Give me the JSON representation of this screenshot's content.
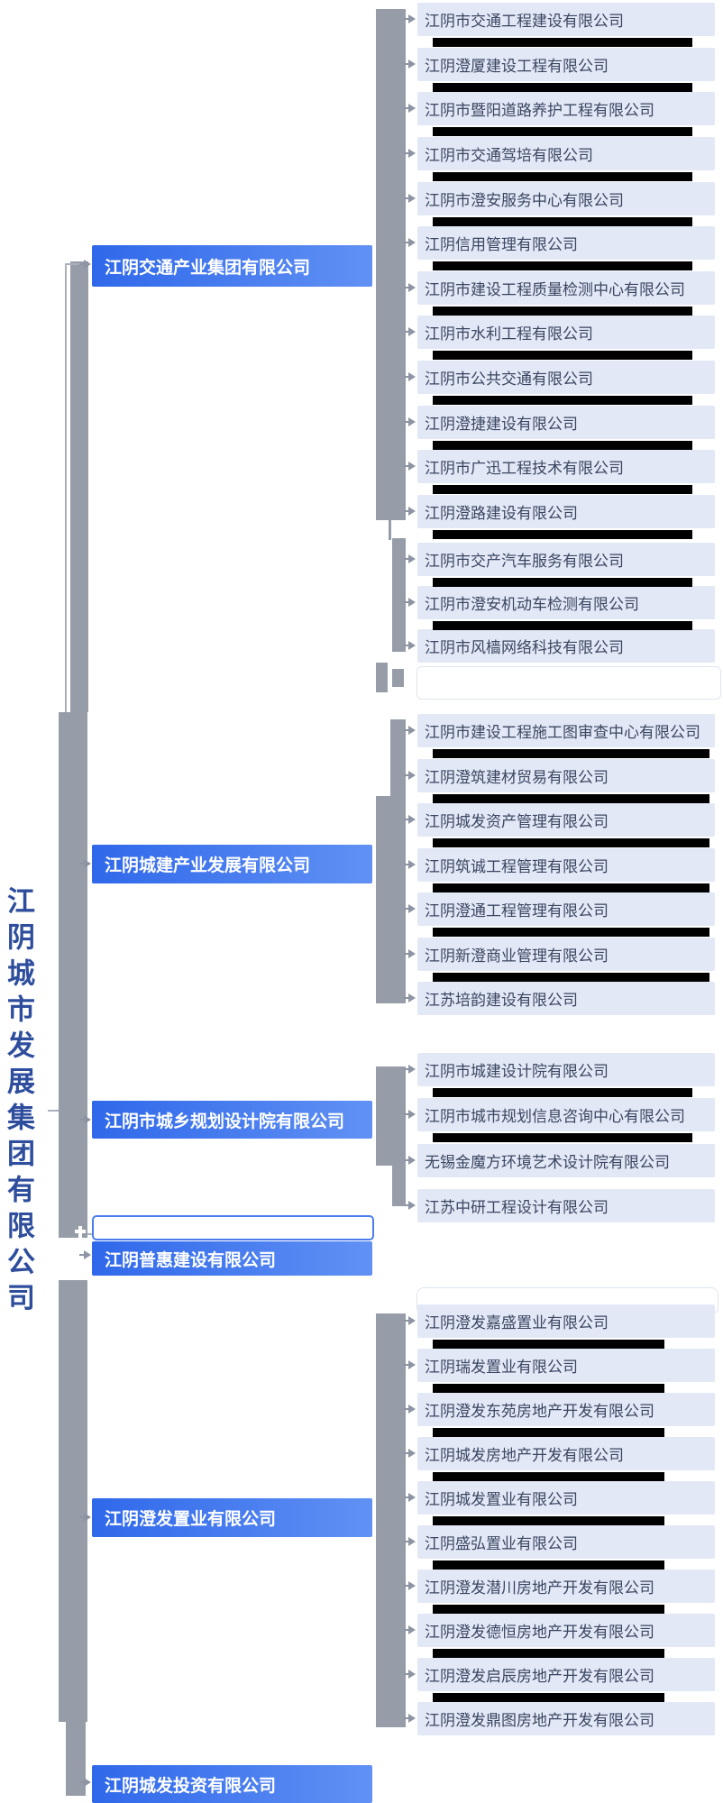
{
  "title": {
    "text": "江阴城市发展集团有限公司"
  },
  "branches": [
    {
      "name": "江阴交通产业集团有限公司",
      "children": [
        "江阴市交通工程建设有限公司",
        "江阴澄厦建设工程有限公司",
        "江阴市暨阳道路养护工程有限公司",
        "江阴市交通驾培有限公司",
        "江阴市澄安服务中心有限公司",
        "江阴信用管理有限公司",
        "江阴市建设工程质量检测中心有限公司",
        "江阴市水利工程有限公司",
        "江阴市公共交通有限公司",
        "江阴澄捷建设有限公司",
        "江阴市广迅工程技术有限公司",
        "江阴澄路建设有限公司",
        "江阴市交产汽车服务有限公司",
        "江阴市澄安机动车检测有限公司",
        "江阴市风樯网络科技有限公司"
      ]
    },
    {
      "name": "江阴城建产业发展有限公司",
      "children": [
        "江阴市建设工程施工图审查中心有限公司",
        "江阴澄筑建材贸易有限公司",
        "江阴城发资产管理有限公司",
        "江阴筑诚工程管理有限公司",
        "江阴澄通工程管理有限公司",
        "江阴新澄商业管理有限公司",
        "江苏培韵建设有限公司"
      ]
    },
    {
      "name": "江阴市城乡规划设计院有限公司",
      "children": [
        "江阴市城建设计院有限公司",
        "江阴市城市规划信息咨询中心有限公司",
        "无锡金魔方环境艺术设计院有限公司",
        "江苏中研工程设计有限公司"
      ]
    },
    {
      "name": "江阴普惠建设有限公司",
      "children": []
    },
    {
      "name": "江阴澄发置业有限公司",
      "children": [
        "江阴澄发嘉盛置业有限公司",
        "江阴瑞发置业有限公司",
        "江阴澄发东苑房地产开发有限公司",
        "江阴城发房地产开发有限公司",
        "江阴城发置业有限公司",
        "江阴盛弘置业有限公司",
        "江阴澄发潜川房地产开发有限公司",
        "江阴澄发德恒房地产开发有限公司",
        "江阴澄发启辰房地产开发有限公司",
        "江阴澄发鼎图房地产开发有限公司"
      ]
    },
    {
      "name": "江阴城发投资有限公司",
      "children": []
    }
  ],
  "colors": {
    "parent_gradient_left": "#2f68ea",
    "parent_gradient_right": "#6191f4",
    "child_box_bg": "#e3e8f7",
    "child_text": "#3a4660",
    "connector_gray": "#969da9",
    "title_blue": "#2e4e9d",
    "redaction_bar": "#000000"
  }
}
